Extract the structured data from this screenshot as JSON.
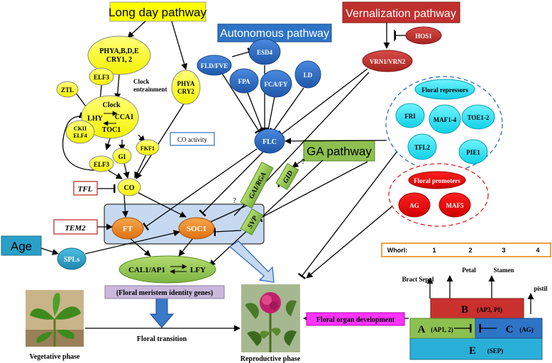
{
  "pathways": {
    "long_day": "Long day pathway",
    "autonomous": "Autonomous pathway",
    "vernalization": "Vernalization pathway",
    "ga": "GA pathway",
    "age": "Age"
  },
  "long_day_nodes": {
    "phya_bde_line1": "PHYA,B,D,E",
    "phya_bde_line2": "CRY1, 2",
    "phya_cry2_line1": "PHYA",
    "phya_cry2_line2": "CRY2",
    "elf3_top": "ELF3",
    "ztl": "ZTL",
    "clock": "Clock",
    "lhy": "LHY",
    "cca1": "CCA1",
    "toc1": "TOC1",
    "ckii_line1": "CKII",
    "ckii_line2": "ELF4",
    "fkf1": "FKF1",
    "gi": "GI",
    "elf3_bottom": "ELF3",
    "co": "CO",
    "clock_entrainment_line1": "Clock",
    "clock_entrainment_line2": "entrainment",
    "co_activity": "CO  activity"
  },
  "autonomous_nodes": {
    "fld": "FLD/FVE",
    "esd4": "ESD4",
    "fpa": "FPA",
    "fca": "FCA/FY",
    "ld": "LD",
    "flc": "FLC"
  },
  "vernalization_nodes": {
    "hos1": "HOS1",
    "vrn": "VRN1/VRN2"
  },
  "repressors": {
    "title": "Floral repressors",
    "fri": "FRI",
    "maf": "MAF1-4",
    "toe": "TOE1-2",
    "tfl2": "TFL2",
    "pie1": "PIE1"
  },
  "promoters": {
    "title": "Floral promoters",
    "ag": "AG",
    "maf5": "MAF5"
  },
  "ga_nodes": {
    "gid": "GID",
    "gai": "GAI/RGA",
    "svp": "SVP",
    "q1": "?",
    "q2": "?"
  },
  "integrators": {
    "tfl": "TFL",
    "tem2": "TEM2",
    "ft": "FT",
    "soc1": "SOC1",
    "spls": "SPLs",
    "cal1": "CAL1/AP1",
    "lfy": "LFY",
    "identity": "(Floral meristem identity genes)"
  },
  "phases": {
    "vegetative": "Vegetative phase",
    "transition": "Floral transition",
    "reproductive": "Reproductive phase",
    "organ_dev": "Floral organ development"
  },
  "abc_model": {
    "whorl_label": "Whorl:",
    "whorls": [
      "1",
      "2",
      "3",
      "4"
    ],
    "bract": "Bract Sepal",
    "petal": "Petal",
    "stamen": "Stamen",
    "pistil": "pistil",
    "b_main": "B",
    "b_sub": "(AP3, PI)",
    "a_main": "A",
    "a_sub": "(AP1, 2)",
    "c_main": "C",
    "c_sub": "(AG)",
    "e_main": "E",
    "e_sub": "(SEP)"
  },
  "colors": {
    "yellow": "#ffff33",
    "blue": "#2e6fc0",
    "red": "#c0302e",
    "green": "#8bc34a",
    "teal": "#2aa0c8",
    "orange": "#f08c28",
    "cyan": "#22e0f0"
  }
}
